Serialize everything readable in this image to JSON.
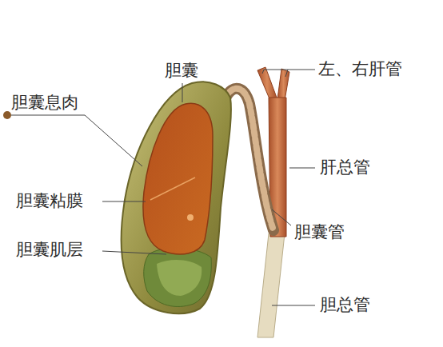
{
  "diagram": {
    "labels": [
      "胆囊息肉",
      "胆囊",
      "左、右肝管",
      "胆囊粘膜",
      "肝总管",
      "胆囊肌层",
      "胆囊管",
      "胆总管"
    ]
  }
}
